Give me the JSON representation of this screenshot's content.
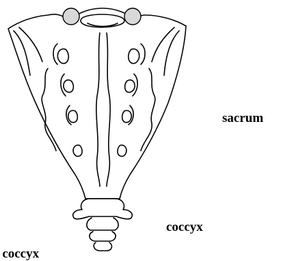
{
  "diagram": {
    "labels": {
      "sacrum": "sacrum",
      "coccyx": "coccyx",
      "caption": "d coccyx"
    },
    "colors": {
      "line": "#000000",
      "background": "#ffffff"
    }
  }
}
